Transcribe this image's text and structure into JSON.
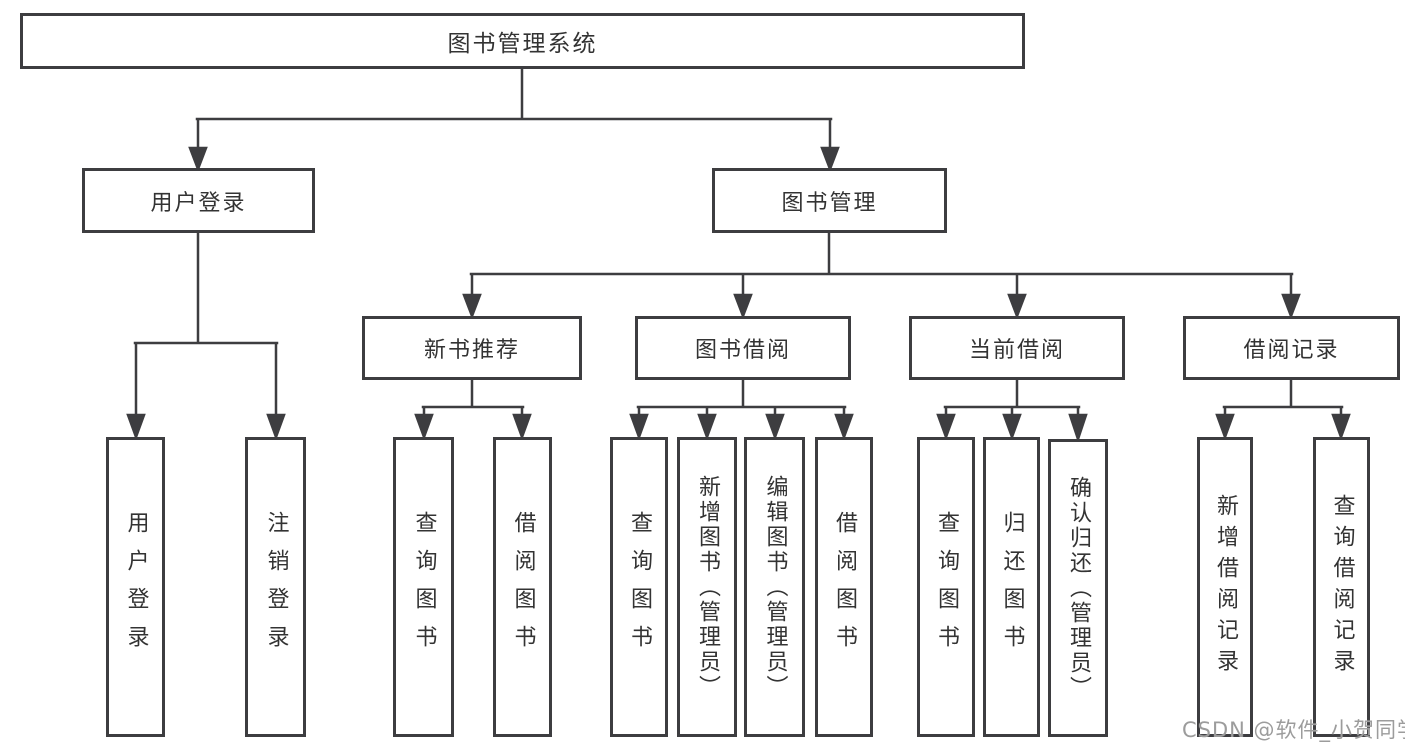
{
  "boxes": {
    "root": "图书管理系统",
    "user_login": "用户登录",
    "book_mgmt": "图书管理",
    "new_book_rec": "新书推荐",
    "book_borrow": "图书借阅",
    "current_borrow": "当前借阅",
    "borrow_records": "借阅记录",
    "col_user_login": "用户登录",
    "col_logout": "注销登录",
    "col_nb_query": "查询图书",
    "col_nb_borrow": "借阅图书",
    "col_bb_query": "查询图书",
    "col_bb_add": "新增图书（管理员）",
    "col_bb_edit": "编辑图书（管理员）",
    "col_bb_borrow": "借阅图书",
    "col_cb_query": "查询图书",
    "col_cb_return": "归还图书",
    "col_cb_confirm": "确认归还（管理员）",
    "col_br_add": "新增借阅记录",
    "col_br_query": "查询借阅记录"
  },
  "watermark": "CSDN @软件_小贺同学",
  "colors": {
    "line": "#3d3d40",
    "text": "#333333",
    "box_border": "#3d3d40",
    "watermark": "#9c9c9c",
    "background": "#ffffff"
  }
}
